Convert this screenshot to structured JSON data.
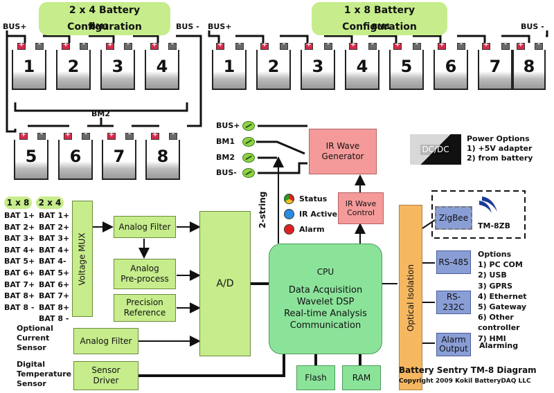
{
  "titles": {
    "left": "2 x 4 Battery Configuration",
    "right": "1 x 8 Battery Configuration"
  },
  "bus_labels": {
    "left_plus": "BUS+",
    "left_bm1": "BM1",
    "left_minus": "BUS -",
    "left_bm2": "BM2",
    "right_plus": "BUS+",
    "right_bm1": "BM1",
    "right_minus": "BUS -"
  },
  "left_batteries_top": [
    "1",
    "2",
    "3",
    "4"
  ],
  "left_batteries_bottom": [
    "5",
    "6",
    "7",
    "8"
  ],
  "right_batteries": [
    "1",
    "2",
    "3",
    "4",
    "5",
    "6",
    "7",
    "8"
  ],
  "config_tags": {
    "one_by_eight": "1 x 8",
    "two_by_four": "2 x 4"
  },
  "list_1x8": [
    "BAT 1+",
    "BAT 2+",
    "BAT 3+",
    "BAT 4+",
    "BAT 5+",
    "BAT 6+",
    "BAT 7+",
    "BAT 8+",
    "BAT 8 -"
  ],
  "list_2x4": [
    "BAT 1+",
    "BAT 2+",
    "BAT 3+",
    "BAT 4+",
    "BAT 4-",
    "BAT 5+",
    "BAT 6+",
    "BAT 7+",
    "BAT 8+",
    "BAT 8 -"
  ],
  "blocks": {
    "voltage_mux": "Voltage MUX",
    "analog_filter_1": "Analog Filter",
    "analog_preprocess": "Analog\nPre-process",
    "precision_reference": "Precision\nReference",
    "ad": "A/D",
    "analog_filter_2": "Analog Filter",
    "sensor_driver": "Sensor\nDriver",
    "cpu_title": "CPU",
    "cpu_body": "Data Acquisition\nWavelet DSP\nReal-time Analysis\nCommunication",
    "flash": "Flash",
    "ram": "RAM",
    "ir_wave_generator": "IR Wave\nGenerator",
    "ir_wave_control": "IR Wave\nControl",
    "optical_isolation": "Optical Isolation",
    "zigbee": "ZigBee",
    "rs485": "RS-485",
    "rs232c": "RS-232C",
    "alarm_output": "Alarm\nOutput",
    "dcdc": "DC/DC"
  },
  "sensors": {
    "current": "Optional\nCurrent\nSensor",
    "temperature": "Digital\nTemperature\nSensor"
  },
  "terminals": [
    "BUS+",
    "BM1",
    "BM2",
    "BUS-"
  ],
  "two_string": "2-string",
  "leds": [
    {
      "label": "Status",
      "color": "multi"
    },
    {
      "label": "IR Active",
      "color": "#2a8ae0"
    },
    {
      "label": "Alarm",
      "color": "#e02020"
    }
  ],
  "tm8zb": "TM-8ZB",
  "power_options": "Power Options\n1) +5V adapter\n2) from battery",
  "options": "Options\n1) PC COM\n2) USB\n3) GPRS\n4) Ethernet\n5) Gateway\n6) Other controller\n7) HMI",
  "alarming": "Alarming",
  "footer": {
    "title": "Battery Sentry TM-8 Diagram",
    "copyright": "Copyright 2009 Kokil BatteryDAQ LLC"
  }
}
